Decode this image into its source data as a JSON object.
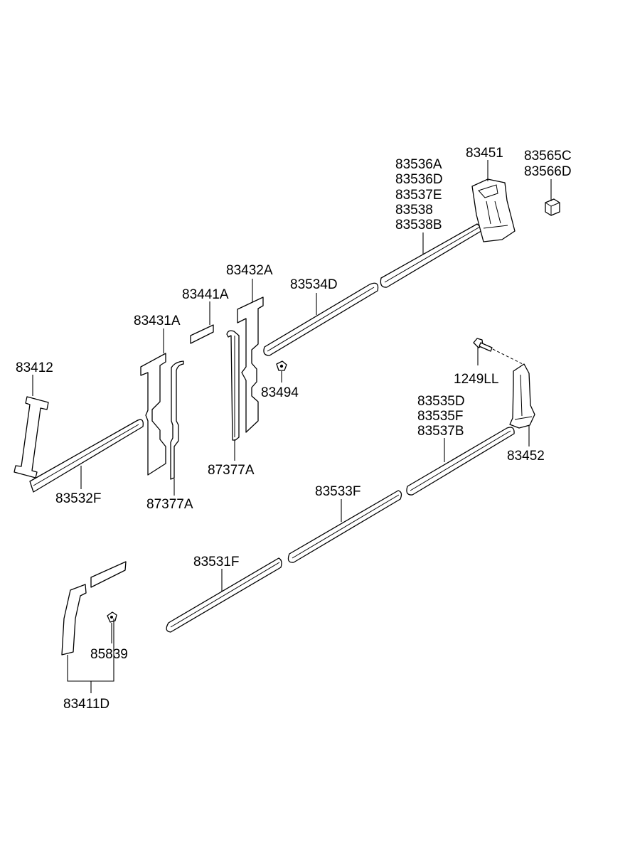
{
  "callouts": {
    "c83412": "83412",
    "c83532F": "83532F",
    "c83431A": "83431A",
    "c87377A_left": "87377A",
    "c83441A": "83441A",
    "c83432A": "83432A",
    "c87377A_right": "87377A",
    "c83494": "83494",
    "c83534D": "83534D",
    "c83536A": "83536A",
    "c83536D": "83536D",
    "c83537E": "83537E",
    "c83538": "83538",
    "c83538B": "83538B",
    "c83451": "83451",
    "c83565C": "83565C",
    "c83566D": "83566D",
    "c1249LL": "1249LL",
    "c83535D": "83535D",
    "c83535F": "83535F",
    "c83537B": "83537B",
    "c83452": "83452",
    "c83533F": "83533F",
    "c83531F": "83531F",
    "c85839": "85839",
    "c83411D": "83411D"
  }
}
